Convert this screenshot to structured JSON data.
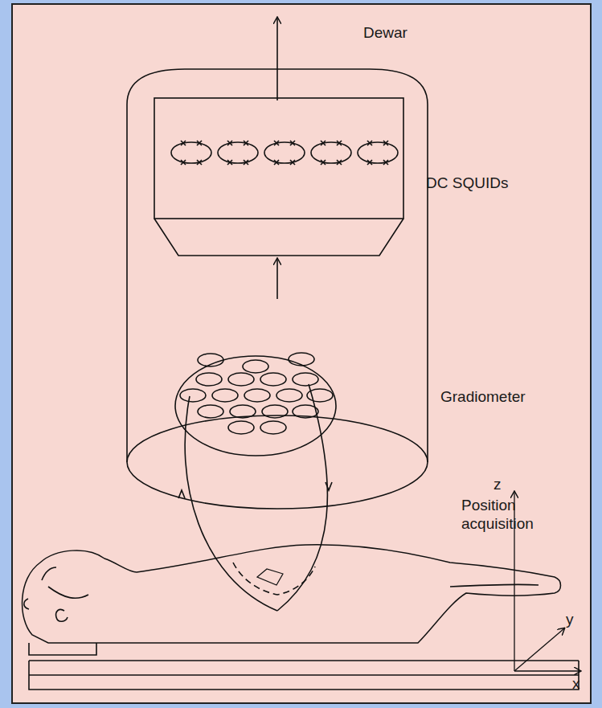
{
  "diagram": {
    "labels": [
      "Dewar",
      "DC SQUIDs",
      "Gradiometer",
      "Position acquisition",
      "z",
      "y",
      "x"
    ]
  }
}
